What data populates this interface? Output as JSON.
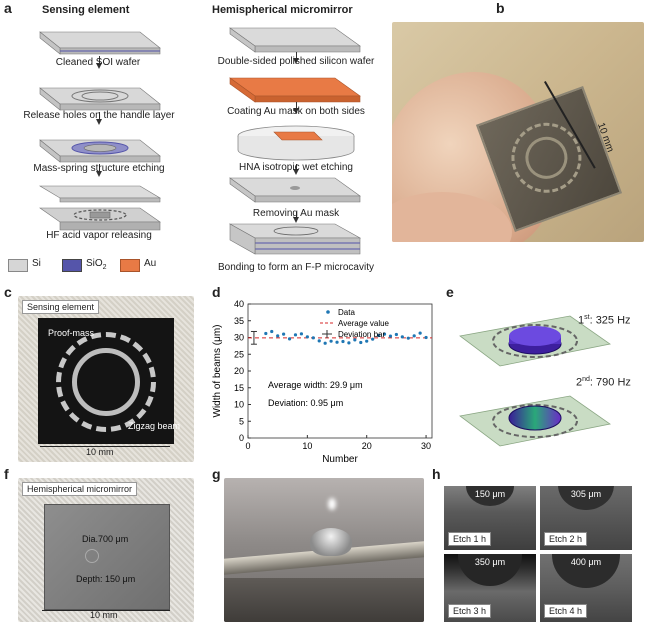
{
  "panels": {
    "a": "a",
    "b": "b",
    "c": "c",
    "d": "d",
    "e": "e",
    "f": "f",
    "g": "g",
    "h": "h"
  },
  "panel_a": {
    "left_title": "Sensing element",
    "right_title": "Hemispherical micromirror",
    "left_steps": [
      "Cleaned SOI wafer",
      "Release holes on the handle layer",
      "Mass-spring structure etching",
      "HF acid vapor releasing"
    ],
    "right_steps": [
      "Double-sided polished silicon wafer",
      "Coating Au mask on both sides",
      "HNA isotropic wet etching",
      "Removing Au mask",
      "Bonding to form an F-P microcavity"
    ],
    "legend": [
      {
        "label": "Si",
        "color": "#d6d6d6"
      },
      {
        "label": "SiO",
        "sub": "2",
        "color": "#5555aa"
      },
      {
        "label": "Au",
        "color": "#e87a45"
      }
    ]
  },
  "panel_b": {
    "scale_label": "10 mm"
  },
  "panel_c": {
    "title": "Sensing element",
    "labels": [
      "Proof-mass",
      "Zigzag beam"
    ],
    "scale_label": "10 mm"
  },
  "chart_data": {
    "type": "scatter",
    "xlabel": "Number",
    "ylabel": "Width of beams (μm)",
    "xlim": [
      0,
      31
    ],
    "ylim": [
      0,
      40
    ],
    "xticks": [
      0,
      10,
      20,
      30
    ],
    "yticks": [
      0,
      5,
      10,
      15,
      20,
      25,
      30,
      35,
      40
    ],
    "series": [
      {
        "name": "Data",
        "x": [
          3,
          4,
          5,
          6,
          7,
          8,
          9,
          10,
          11,
          12,
          13,
          14,
          15,
          16,
          17,
          18,
          19,
          20,
          21,
          22,
          23,
          24,
          25,
          26,
          27,
          28,
          29,
          30
        ],
        "y": [
          31.2,
          31.8,
          30.5,
          31.0,
          29.6,
          30.8,
          31.1,
          30.2,
          29.9,
          29.0,
          28.3,
          28.9,
          28.6,
          28.8,
          28.4,
          29.3,
          28.5,
          28.9,
          29.5,
          30.6,
          31.0,
          30.4,
          30.9,
          30.2,
          29.8,
          30.5,
          31.3,
          30.0
        ]
      },
      {
        "name": "Average value",
        "y": 29.9
      },
      {
        "name": "Deviation bar",
        "x": 1,
        "y": 29.9,
        "err": 0.95
      }
    ],
    "annotations": [
      "Average width: 29.9 μm",
      "Deviation: 0.95 μm"
    ],
    "legend_position": "top-right"
  },
  "panel_e": {
    "mode1": {
      "sup": "st",
      "num": "1",
      "freq": ": 325 Hz"
    },
    "mode2": {
      "sup": "nd",
      "num": "2",
      "freq": ": 790 Hz"
    }
  },
  "panel_f": {
    "title": "Hemispherical micromirror",
    "dia": "Dia.700 μm",
    "depth": "Depth: 150 μm",
    "scale_label": "10 mm"
  },
  "panel_h": {
    "tiles": [
      {
        "dim": "150 μm",
        "label": "Etch 1 h"
      },
      {
        "dim": "305 μm",
        "label": "Etch 2 h"
      },
      {
        "dim": "350 μm",
        "label": "Etch 3 h"
      },
      {
        "dim": "400 μm",
        "label": "Etch 4 h"
      }
    ]
  },
  "colors": {
    "accent_red": "#d62728",
    "data_blue": "#1f77b4",
    "sio2": "#5555aa",
    "au": "#e87a45"
  }
}
